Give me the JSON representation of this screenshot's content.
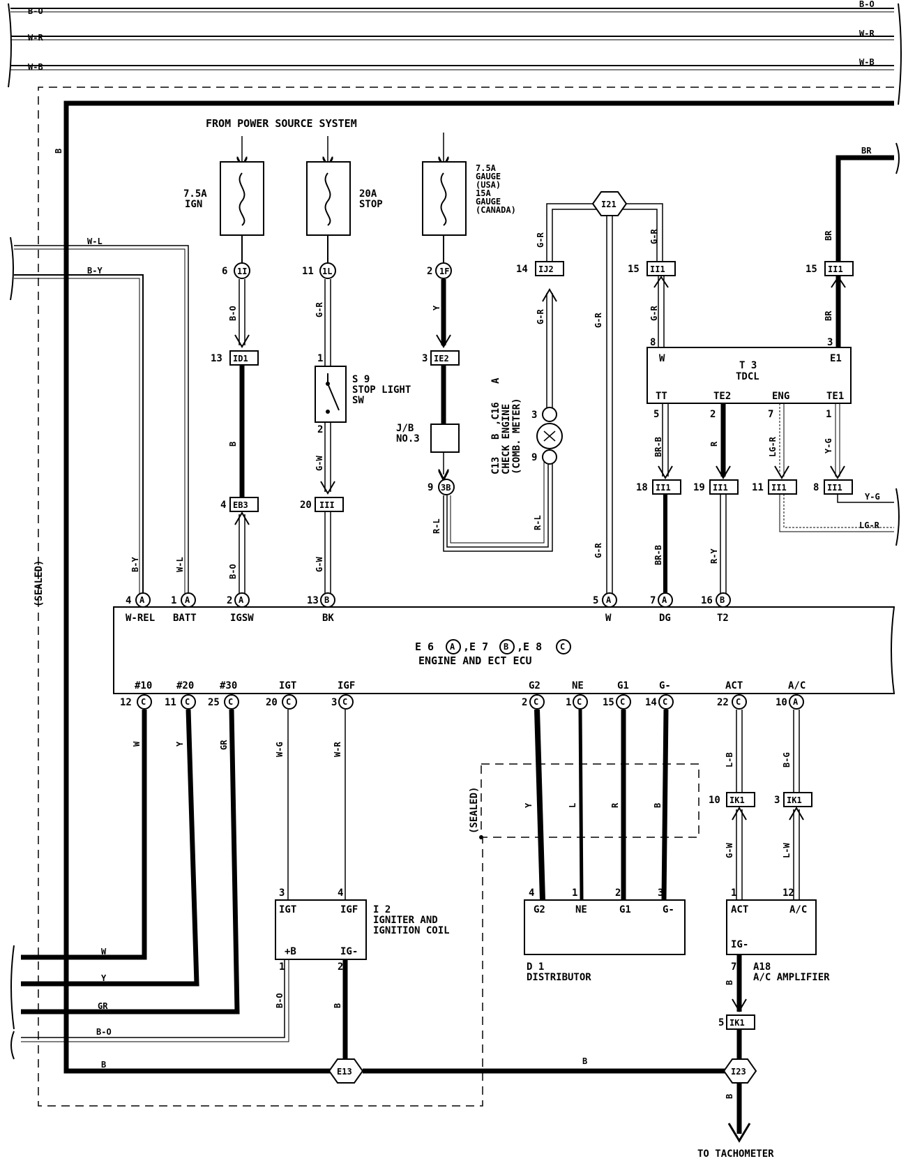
{
  "top_wires": {
    "b_o": "B-O",
    "w_r": "W-R",
    "w_b": "W-B"
  },
  "ground_wire": "B",
  "power_source": "FROM POWER SOURCE SYSTEM",
  "fuses": {
    "ign": [
      "7.5A",
      "IGN"
    ],
    "stop": [
      "20A",
      "STOP"
    ],
    "gauge": [
      "7.5A",
      "GAUGE",
      "(USA)",
      "15A",
      "GAUGE",
      "(CANADA)"
    ]
  },
  "left_wires": {
    "w_l": "W-L",
    "b_y": "B-Y"
  },
  "sealed": "(SEALED)",
  "connectors": {
    "i1": "6",
    "i1_name": "1I",
    "il": "11",
    "il_name": "1L",
    "if": "2",
    "if_name": "1F",
    "id1": "13",
    "id1_name": "ID1",
    "ie2": "3",
    "ie2_name": "IE2",
    "ij2": "14",
    "ij2_name": "IJ2",
    "i21": "I21",
    "ii1_15a": "15",
    "ii1_15a_name": "II1",
    "ii1_15b": "15",
    "ii1_15b_name": "II1",
    "eb3": "4",
    "eb3_name": "EB3",
    "iii_20": "20",
    "iii_20_name": "III",
    "c3b": "9",
    "c3b_name": "3B",
    "ii1_18": "18",
    "ii1_18_name": "II1",
    "ii1_19": "19",
    "ii1_19_name": "II1",
    "ii1_11": "11",
    "ii1_11_name": "II1",
    "ii1_8": "8",
    "ii1_8_name": "II1",
    "ik1_10": "10",
    "ik1_10_name": "IK1",
    "ik1_3": "3",
    "ik1_3_name": "IK1",
    "ik1_5": "5",
    "ik1_5_name": "IK1",
    "e13": "E13",
    "i23": "I23"
  },
  "wire_colors": {
    "b_o": "B-O",
    "g_r": "G-R",
    "y": "Y",
    "b": "B",
    "g_w": "G-W",
    "r_l": "R-L",
    "br": "BR",
    "br_b": "BR-B",
    "r": "R",
    "lg_r": "LG-R",
    "y_g": "Y-G",
    "r_y": "R-Y",
    "w": "W",
    "gr": "GR",
    "w_g": "W-G",
    "w_r": "W-R",
    "l_b": "L-B",
    "b_g": "B-G",
    "l_w": "L-W",
    "l": "L"
  },
  "stop_switch": {
    "pin1": "1",
    "pin2": "2",
    "id": "S 9",
    "name": "STOP LIGHT",
    "sw": "SW"
  },
  "jb": {
    "l1": "J/B",
    "l2": "NO.3"
  },
  "meter": {
    "label_a": "C13",
    "b": "B",
    "mid": ",C16",
    "a": "A",
    "l1": "CHECK ENGINE",
    "l2": "(COMB. METER)",
    "pin3": "3",
    "pin9": "9"
  },
  "tdcl": {
    "id": "T 3",
    "name": "TDCL",
    "pins": {
      "w": "W",
      "e1": "E1",
      "tt": "TT",
      "te2": "TE2",
      "eng": "ENG",
      "te1": "TE1"
    },
    "nums": {
      "w": "8",
      "e1": "3",
      "tt": "5",
      "te2": "2",
      "eng": "7",
      "te1": "1"
    }
  },
  "ecu": {
    "title1": "E 6",
    "a": "A",
    "t2": ",E 7",
    "b": "B",
    "t3": ",E 8",
    "c": "C",
    "name": "ENGINE AND ECT ECU",
    "top_pins": [
      {
        "num": "4",
        "conn": "A",
        "label": "W-REL"
      },
      {
        "num": "1",
        "conn": "A",
        "label": "BATT"
      },
      {
        "num": "2",
        "conn": "A",
        "label": "IGSW"
      },
      {
        "num": "13",
        "conn": "B",
        "label": "BK"
      },
      {
        "num": "5",
        "conn": "A",
        "label": "W"
      },
      {
        "num": "7",
        "conn": "A",
        "label": "DG"
      },
      {
        "num": "16",
        "conn": "B",
        "label": "T2"
      }
    ],
    "bottom_pins": [
      {
        "num": "12",
        "conn": "C",
        "label": "#10"
      },
      {
        "num": "11",
        "conn": "C",
        "label": "#20"
      },
      {
        "num": "25",
        "conn": "C",
        "label": "#30"
      },
      {
        "num": "20",
        "conn": "C",
        "label": "IGT"
      },
      {
        "num": "3",
        "conn": "C",
        "label": "IGF"
      },
      {
        "num": "2",
        "conn": "C",
        "label": "G2"
      },
      {
        "num": "1",
        "conn": "C",
        "label": "NE"
      },
      {
        "num": "15",
        "conn": "C",
        "label": "G1"
      },
      {
        "num": "14",
        "conn": "C",
        "label": "G-"
      },
      {
        "num": "22",
        "conn": "C",
        "label": "ACT"
      },
      {
        "num": "10",
        "conn": "A",
        "label": "A/C"
      }
    ]
  },
  "igniter": {
    "id": "I 2",
    "l1": "IGNITER AND",
    "l2": "IGNITION COIL",
    "igt": "IGT",
    "igf": "IGF",
    "plusb": "+B",
    "ig": "IG-",
    "p3": "3",
    "p4": "4",
    "p1": "1",
    "p2": "2"
  },
  "distributor": {
    "id": "D 1",
    "name": "DISTRIBUTOR",
    "pins": [
      "G2",
      "NE",
      "G1",
      "G-"
    ],
    "nums": [
      "4",
      "1",
      "2",
      "3"
    ]
  },
  "amp": {
    "id": "A18",
    "name": "A/C AMPLIFIER",
    "act": "ACT",
    "ac": "A/C",
    "ig": "IG-",
    "p1": "1",
    "p12": "12",
    "p7": "7"
  },
  "tachometer": "TO TACHOMETER"
}
